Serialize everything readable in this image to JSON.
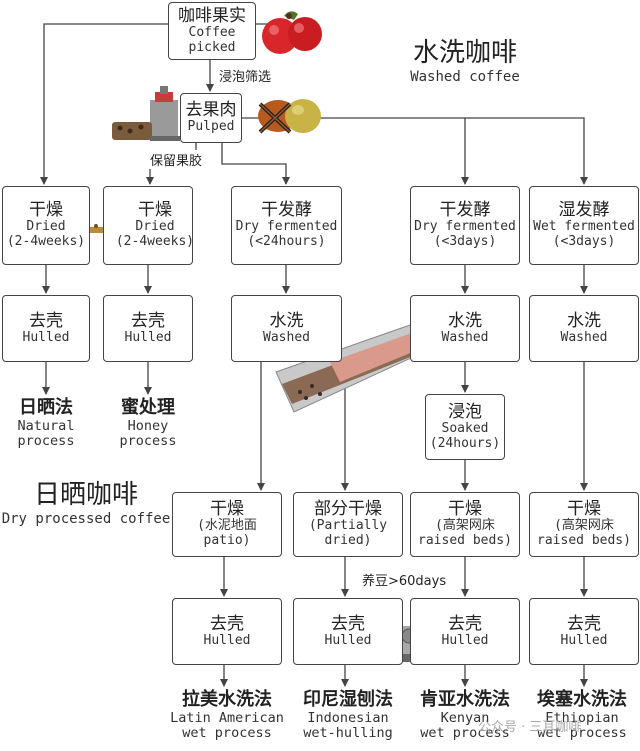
{
  "title_washed": {
    "zh": "水洗咖啡",
    "en": "Washed coffee"
  },
  "title_dry": {
    "zh": "日晒咖啡",
    "en": "Dry processed coffee"
  },
  "nodes": {
    "coffee_cherry": {
      "zh": "咖啡果实",
      "en1": "Coffee",
      "en2": "picked"
    },
    "pulped": {
      "zh": "去果肉",
      "en1": "Pulped"
    },
    "dried_natural": {
      "zh": "干燥",
      "en1": "Dried",
      "en2": "(2-4weeks)"
    },
    "dried_honey": {
      "zh": "干燥",
      "en1": "Dried",
      "en2": "(2-4weeks)"
    },
    "dry_fermented_24h": {
      "zh": "干发酵",
      "en1": "Dry fermented",
      "en2": "(<24hours)"
    },
    "dry_fermented_3d": {
      "zh": "干发酵",
      "en1": "Dry fermented",
      "en2": "(<3days)"
    },
    "wet_fermented_3d": {
      "zh": "湿发酵",
      "en1": "Wet fermented",
      "en2": "(<3days)"
    },
    "hulled_natural": {
      "zh": "去壳",
      "en1": "Hulled"
    },
    "hulled_honey": {
      "zh": "去壳",
      "en1": "Hulled"
    },
    "washed_1": {
      "zh": "水洗",
      "en1": "Washed"
    },
    "washed_2": {
      "zh": "水洗",
      "en1": "Washed"
    },
    "washed_3": {
      "zh": "水洗",
      "en1": "Washed"
    },
    "soaked": {
      "zh": "浸泡",
      "en1": "Soaked",
      "en2": "(24hours)"
    },
    "dried_patio": {
      "zh": "干燥",
      "en1": "(水泥地面",
      "en2": "patio)"
    },
    "partially_dried": {
      "zh": "部分干燥",
      "en1": "(Partially",
      "en2": "dried)"
    },
    "dried_raised_kenya": {
      "zh": "干燥",
      "en1": "(高架网床",
      "en2": "raised beds)"
    },
    "dried_raised_ethiopia": {
      "zh": "干燥",
      "en1": "(高架网床",
      "en2": "raised beds)"
    },
    "hulled_latin": {
      "zh": "去壳",
      "en1": "Hulled"
    },
    "hulled_indonesian": {
      "zh": "去壳",
      "en1": "Hulled"
    },
    "hulled_kenyan": {
      "zh": "去壳",
      "en1": "Hulled"
    },
    "hulled_ethiopian": {
      "zh": "去壳",
      "en1": "Hulled"
    }
  },
  "results": {
    "natural": {
      "zh": "日晒法",
      "en1": "Natural",
      "en2": "process"
    },
    "honey": {
      "zh": "蜜处理",
      "en1": "Honey",
      "en2": "process"
    },
    "latin": {
      "zh": "拉美水洗法",
      "en1": "Latin American",
      "en2": "wet process"
    },
    "indonesian": {
      "zh": "印尼湿刨法",
      "en1": "Indonesian",
      "en2": "wet-hulling"
    },
    "kenyan": {
      "zh": "肯亚水洗法",
      "en1": "Kenyan",
      "en2": "wet process"
    },
    "ethiopian": {
      "zh": "埃塞水洗法",
      "en1": "Ethiopian",
      "en2": "wet process"
    }
  },
  "notes": {
    "soak_screen": "浸泡筛选",
    "keep_mucilage": "保留果胶",
    "rest_beans": "养豆>60days"
  },
  "watermark": "公众号 · 三耳咖啡",
  "colors": {
    "line": "#444444",
    "cherry_red": "#d8262b",
    "fruit_yellow": "#c9b347",
    "cross_orange": "#e8782a"
  }
}
